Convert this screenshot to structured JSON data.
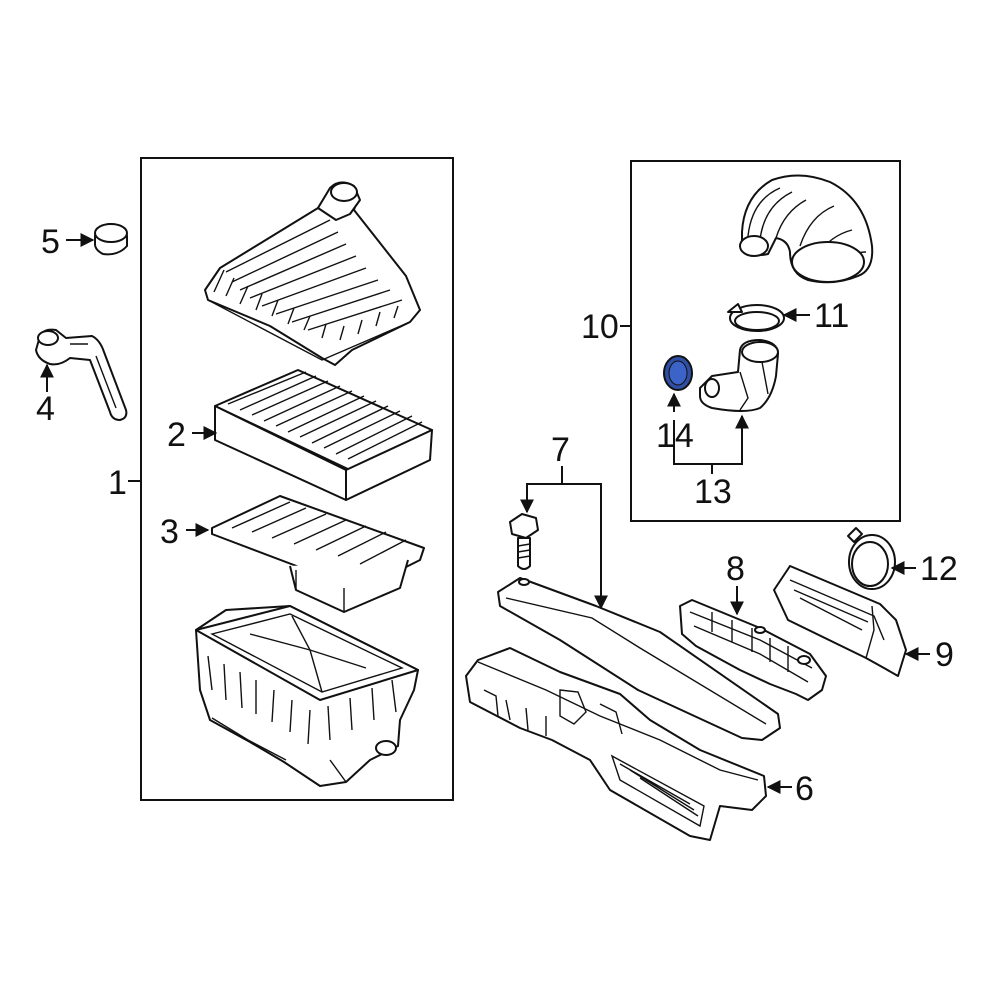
{
  "callouts": {
    "c1": "1",
    "c2": "2",
    "c3": "3",
    "c4": "4",
    "c5": "5",
    "c6": "6",
    "c7": "7",
    "c8": "8",
    "c9": "9",
    "c10": "10",
    "c11": "11",
    "c12": "12",
    "c13": "13",
    "c14": "14"
  },
  "colors": {
    "line": "#111111",
    "highlight": "#2e4fa3",
    "background": "#ffffff"
  }
}
